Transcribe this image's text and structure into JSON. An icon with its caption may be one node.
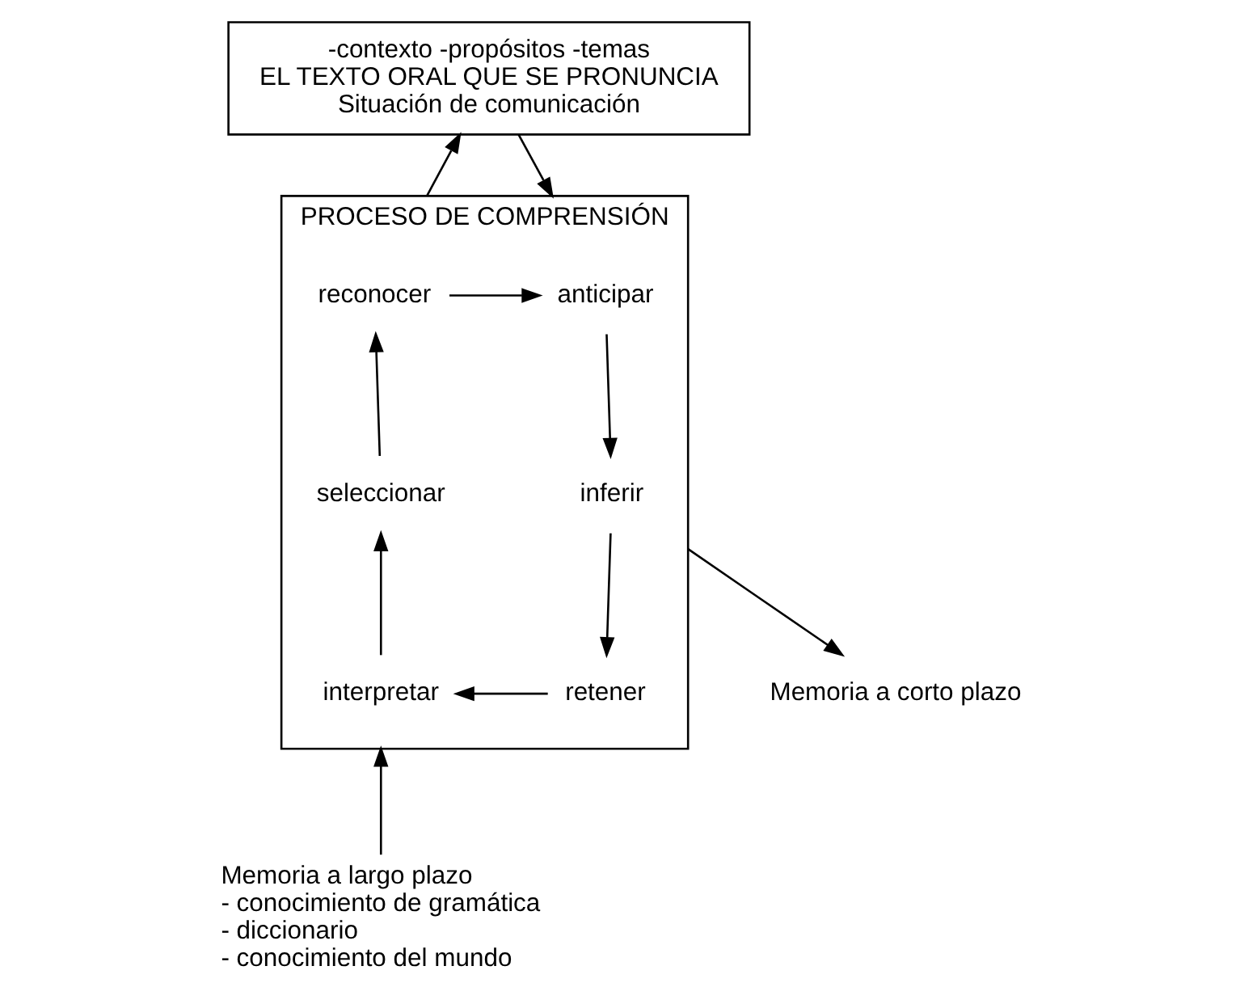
{
  "diagram": {
    "nodes": [
      {
        "text": [
          "-contexto -propósitos -temas",
          "EL TEXTO ORAL QUE SE PRONUNCIA",
          "Situación de comunicación"
        ]
      },
      {
        "text": [
          "PROCESO DE COMPRENSIÓN"
        ]
      },
      {
        "text": [
          "reconocer"
        ],
        "in": 1
      },
      {
        "text": [
          "anticipar"
        ],
        "in": 1
      },
      {
        "text": [
          "inferir"
        ],
        "in": 1
      },
      {
        "text": [
          "retener"
        ],
        "in": 1
      },
      {
        "text": [
          "interpretar"
        ],
        "in": 1
      },
      {
        "text": [
          "seleccionar"
        ],
        "in": 1
      },
      {
        "text": [
          "Memoria a corto plazo"
        ]
      },
      {
        "text": [
          "Memoria a largo plazo",
          "- conocimiento de gramática",
          "- diccionario",
          "- conocimiento del mundo"
        ]
      }
    ],
    "edges": [
      {
        "from": 1,
        "to": 0,
        "arrow": "to"
      },
      {
        "from": 0,
        "to": 1,
        "arrow": "to"
      },
      {
        "from": 2,
        "to": 3,
        "arrow": "to"
      },
      {
        "from": 3,
        "to": 4,
        "arrow": "to"
      },
      {
        "from": 4,
        "to": 5,
        "arrow": "to"
      },
      {
        "from": 5,
        "to": 6,
        "arrow": "to"
      },
      {
        "from": 6,
        "to": 7,
        "arrow": "to"
      },
      {
        "from": 7,
        "to": 2,
        "arrow": "to"
      },
      {
        "from": 1,
        "to": 8,
        "arrow": "to"
      },
      {
        "from": 9,
        "to": 1,
        "arrow": "to"
      }
    ]
  }
}
